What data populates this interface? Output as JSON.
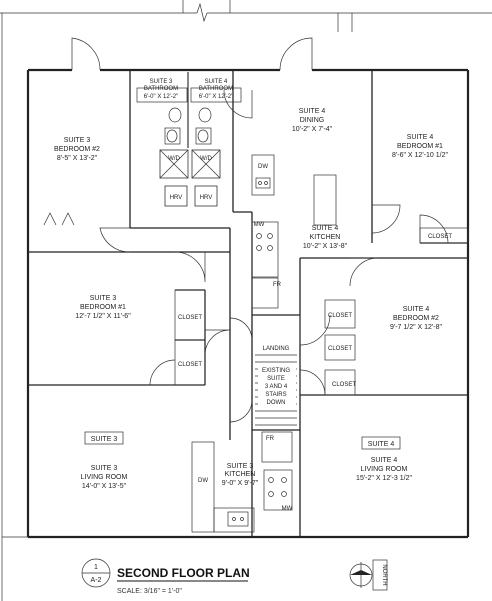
{
  "title": "SECOND FLOOR PLAN",
  "scale": "SCALE: 3/16\" = 1'-0\"",
  "sheet": {
    "number": "1",
    "ref": "A-2"
  },
  "north_label": "NORTH",
  "rooms": {
    "s3_bedroom2": {
      "name": "SUITE 3",
      "sub": "BEDROOM #2",
      "dim": "8'-5\" X 13'-2\""
    },
    "s3_bathroom": {
      "name": "SUITE 3",
      "sub": "BATHROOM",
      "dim": "6'-0\" X 12'-2\""
    },
    "s4_bathroom": {
      "name": "SUITE 4",
      "sub": "BATHROOM",
      "dim": "6'-0\" X 12'-2\""
    },
    "s4_dining": {
      "name": "SUITE 4",
      "sub": "DINING",
      "dim": "10'-2\" X 7'-4\""
    },
    "s4_bedroom1": {
      "name": "SUITE 4",
      "sub": "BEDROOM #1",
      "dim": "8'-6\" X 12'-10 1/2\""
    },
    "s4_kitchen": {
      "name": "SUITE 4",
      "sub": "KITCHEN",
      "dim": "10'-2\" X 13'-8\""
    },
    "s3_bedroom1": {
      "name": "SUITE 3",
      "sub": "BEDROOM #1",
      "dim": "12'-7 1/2\" X 11'-6\""
    },
    "s4_bedroom2": {
      "name": "SUITE 4",
      "sub": "BEDROOM #2",
      "dim": "9'-7 1/2\" X 12'-8\""
    },
    "s3_living": {
      "name": "SUITE 3",
      "sub": "LIVING ROOM",
      "dim": "14'-0\" X 13'-5\""
    },
    "s3_kitchen": {
      "name": "SUITE 3",
      "sub": "KITCHEN",
      "dim": "9'-0\" X 9'-7\""
    },
    "s4_living": {
      "name": "SUITE 4",
      "sub": "LIVING ROOM",
      "dim": "15'-2\" X 12'-3 1/2\""
    }
  },
  "tags": {
    "suite3": "SUITE 3",
    "suite4": "SUITE 4"
  },
  "fixtures": {
    "closet": "CLOSET",
    "hrv": "HRV",
    "wd": "W/D",
    "dw": "DW",
    "mw": "MW",
    "fr": "FR",
    "landing": "LANDING"
  },
  "stairs": {
    "l1": "EXISTING",
    "l2": "SUITE",
    "l3": "3 AND 4",
    "l4": "STAIRS",
    "l5": "DOWN"
  }
}
